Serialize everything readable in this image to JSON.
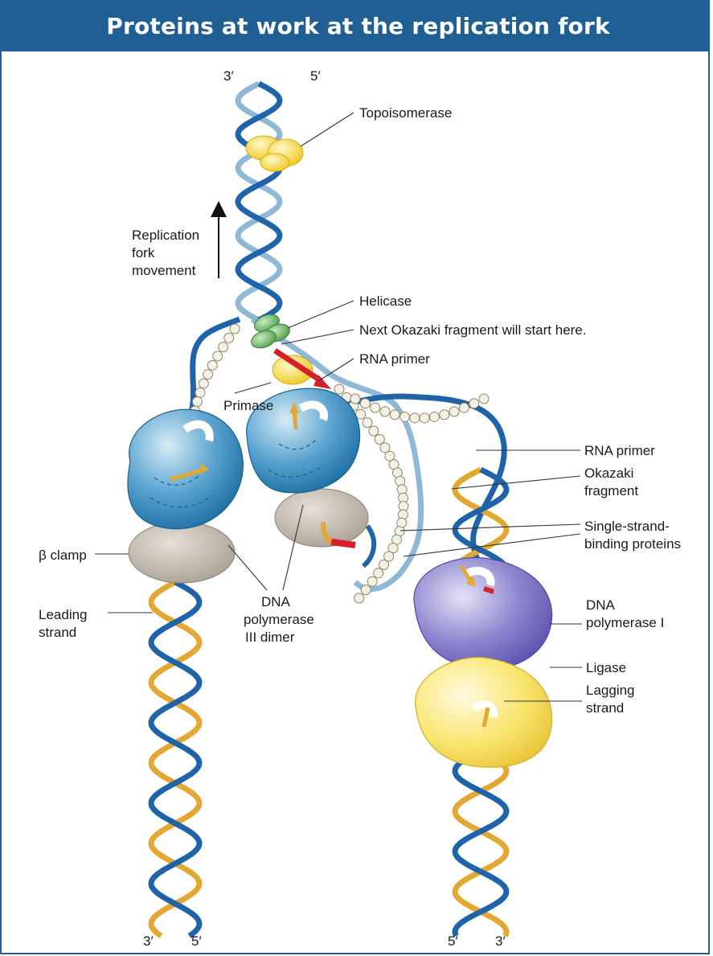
{
  "title": "Proteins at work at the replication fork",
  "labels": {
    "topoisomerase": "Topoisomerase",
    "fork_movement": [
      "Replication",
      "fork",
      "movement"
    ],
    "helicase": "Helicase",
    "next_okazaki": "Next Okazaki fragment will start here.",
    "rna_primer_top": "RNA primer",
    "primase": "Primase",
    "rna_primer_right": "RNA primer",
    "okazaki_fragment": [
      "Okazaki",
      "fragment"
    ],
    "ssb": [
      "Single-strand-",
      "binding proteins"
    ],
    "beta_clamp": "β clamp",
    "pol3": [
      "DNA",
      "polymerase",
      "III dimer"
    ],
    "leading_strand": [
      "Leading",
      "strand"
    ],
    "pol1": [
      "DNA",
      "polymerase I"
    ],
    "lagging_strand": [
      "Lagging",
      "strand"
    ],
    "ligase": "Ligase"
  },
  "strand_ends": {
    "top_left": "3′",
    "top_right": "5′",
    "bottom_left_1": "3′",
    "bottom_left_2": "5′",
    "bottom_right_1": "5′",
    "bottom_right_2": "3′"
  },
  "colors": {
    "header": "#1f5f93",
    "dark_strand": "#1f64a8",
    "light_strand": "#8fb8d6",
    "new_strand": "#e3a834",
    "new_strand_light": "#f0d8a0",
    "rna_primer": "#d8202a",
    "polymerase3": "#3f8fbf",
    "clamp": "#b9aea2",
    "polymerase1": "#7c74c4",
    "ligase": "#f6e05c",
    "helicase": "#6db868",
    "topoisomerase": "#f3d640",
    "ssb_bead": "#f4f1e4"
  }
}
